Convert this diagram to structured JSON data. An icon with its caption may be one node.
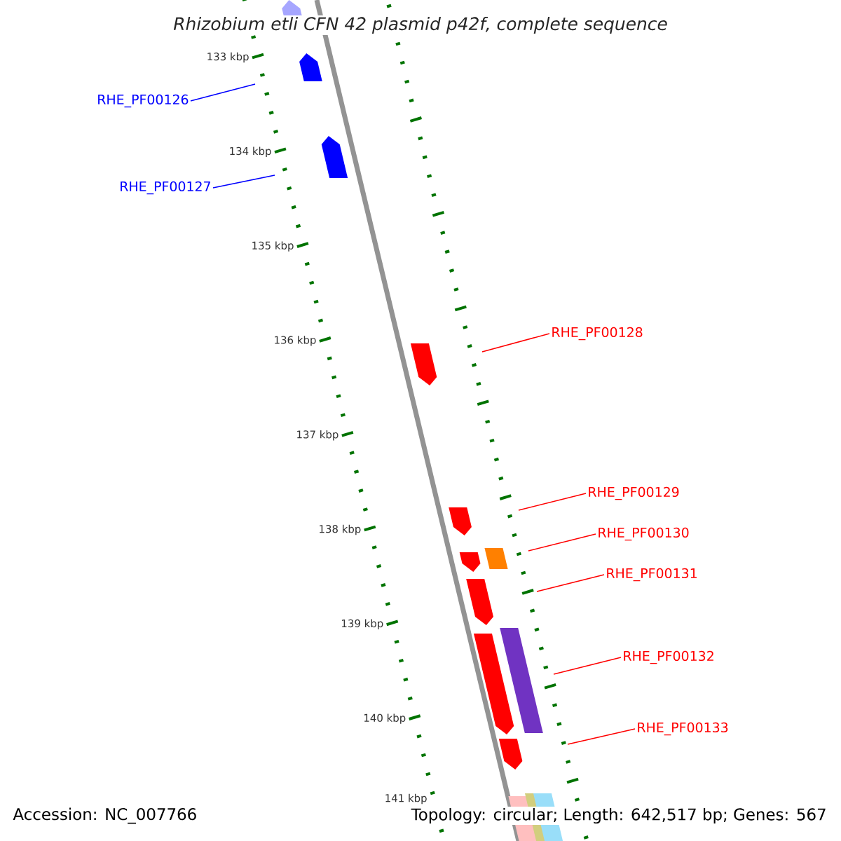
{
  "diagram": {
    "title": "Rhizobium etli CFN 42 plasmid p42f, complete sequence",
    "nodes": [
      {
        "text": [
          "RHE_PF00126"
        ]
      },
      {
        "text": [
          "RHE_PF00127"
        ]
      },
      {
        "text": [
          "RHE_PF00128"
        ]
      },
      {
        "text": [
          "RHE_PF00129"
        ]
      },
      {
        "text": [
          "RHE_PF00130"
        ]
      },
      {
        "text": [
          "RHE_PF00131"
        ]
      },
      {
        "text": [
          "RHE_PF00132"
        ]
      },
      {
        "text": [
          "RHE_PF00133"
        ]
      }
    ],
    "edges": [
      {
        "from": 0,
        "to": null,
        "arrow": "none",
        "color": "#0000ff"
      },
      {
        "from": 1,
        "to": null,
        "arrow": "none",
        "color": "#0000ff"
      },
      {
        "from": 2,
        "to": null,
        "arrow": "none"
      },
      {
        "from": 3,
        "to": null,
        "arrow": "none"
      },
      {
        "from": 4,
        "to": null,
        "arrow": "none"
      },
      {
        "from": 5,
        "to": null,
        "arrow": "none"
      },
      {
        "from": 6,
        "to": null,
        "arrow": "none"
      },
      {
        "from": 7,
        "to": null,
        "arrow": "none"
      }
    ],
    "labels": [
      "133 kbp",
      "134 kbp",
      "135 kbp",
      "136 kbp",
      "137 kbp",
      "138 kbp",
      "139 kbp",
      "140 kbp",
      "141 kbp",
      "Accession: NC_007766",
      "Topology: circular; Length: 642,517 bp; Genes: 567"
    ]
  }
}
